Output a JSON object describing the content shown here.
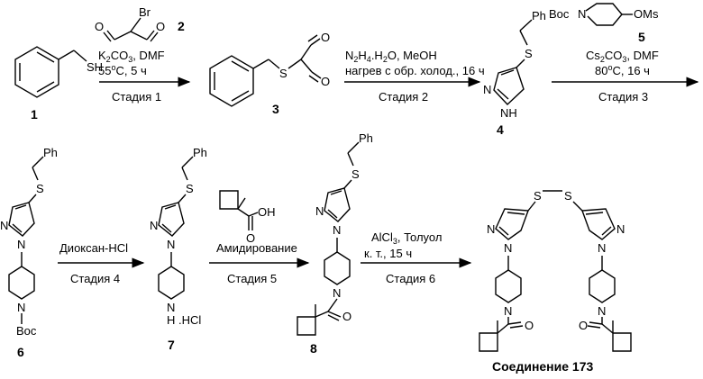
{
  "compounds": {
    "c1": "1",
    "c2": "2",
    "c3": "3",
    "c4": "4",
    "c5": "5",
    "c6": "6",
    "c7": "7",
    "c8": "8",
    "final": "Соединение 173"
  },
  "atoms": {
    "sh": "SH",
    "br": "Br",
    "s": "S",
    "n": "N",
    "nh": "NH",
    "h": "H",
    "ph": "Ph",
    "boc": "Boc",
    "oms": "OMs",
    "o": "O",
    "oh": "OH",
    "hcl": ".HCl"
  },
  "steps": {
    "s1": {
      "cond1_pre": "K",
      "cond1_sub": "2",
      "cond1_post": "CO",
      "cond1_sub2": "3",
      "cond1_tail": ", DMF",
      "cond2_pre": "55",
      "cond2_sup": "o",
      "cond2_post": "C, 5 ч",
      "label": "Стадия 1"
    },
    "s2": {
      "cond1_a": "N",
      "cond1_s1": "2",
      "cond1_b": "H",
      "cond1_s2": "4",
      "cond1_c": ".H",
      "cond1_s3": "2",
      "cond1_d": "O, MeOH",
      "cond2": "нагрев с обр. холод., 16 ч",
      "label": "Стадия 2"
    },
    "s3": {
      "cond1_pre": "Cs",
      "cond1_sub": "2",
      "cond1_post": "CO",
      "cond1_sub2": "3",
      "cond1_tail": ", DMF",
      "cond2_pre": "80",
      "cond2_sup": "o",
      "cond2_post": "C, 16 ч",
      "label": "Стадия 3"
    },
    "s4": {
      "reagent": "Диоксан-HCl",
      "label": "Стадия 4"
    },
    "s5": {
      "reagent": "Амидирование",
      "label": "Стадия 5"
    },
    "s6": {
      "cond1_pre": "AlCl",
      "cond1_sub": "3",
      "cond1_tail": ", Толуол",
      "cond2": "к. т., 15 ч",
      "label": "Стадия 6"
    }
  }
}
